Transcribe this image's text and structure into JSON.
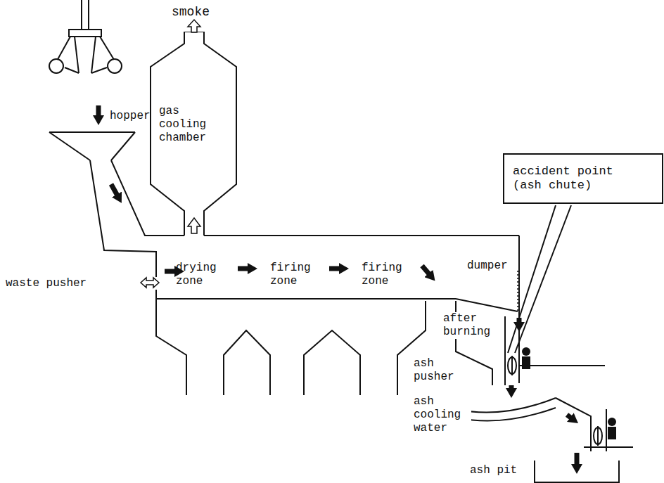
{
  "diagram": {
    "nodes": [
      {
        "text": [
          "gas cooling chamber"
        ]
      },
      {
        "text": [
          "accident point (ash chute)"
        ]
      }
    ],
    "labels": [
      "smoke",
      "hopper",
      "waste pusher",
      "drying zone",
      "firing zone",
      "firing zone",
      "dumper",
      "after burning",
      "ash pusher",
      "ash cooling water",
      "ash pit"
    ]
  }
}
